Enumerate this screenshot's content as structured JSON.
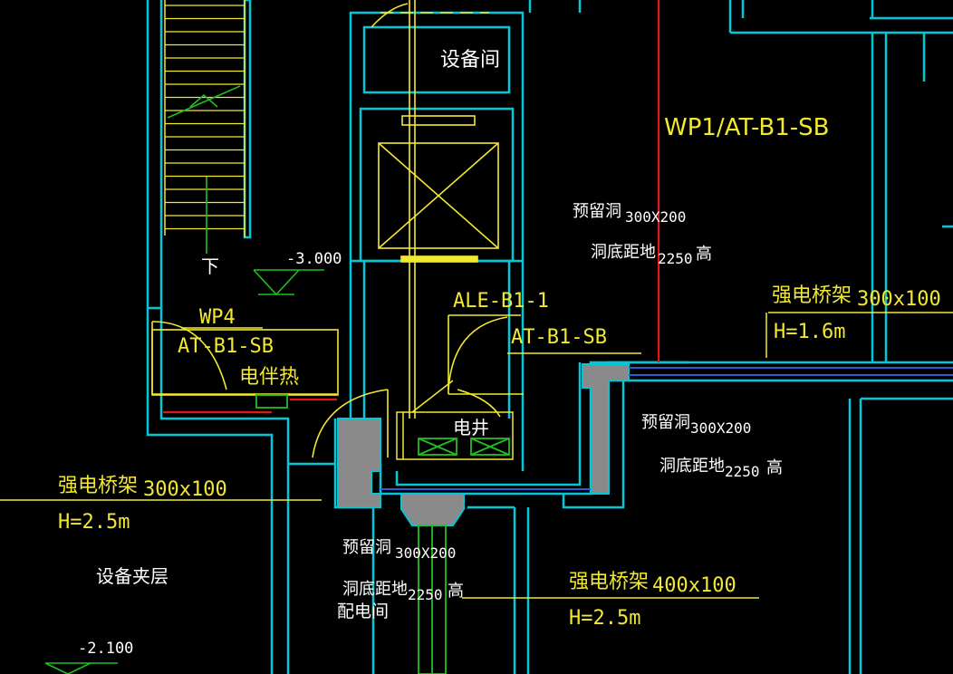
{
  "colors": {
    "background": "#000000",
    "wall": "#00c8d7",
    "annotation": "#f2e830",
    "text": "#ffffff",
    "cable_red": "#e01818",
    "cable_blue": "#2a5bd8",
    "equipment_green": "#20c020",
    "fill_gray": "#8a8a8a"
  },
  "rooms": {
    "equipment_room": "设备间",
    "power_shaft": "电井",
    "mezzanine": "设备夹层",
    "distribution_room": "配电间"
  },
  "stair": {
    "down_label": "下"
  },
  "levels": {
    "level_1": "-3.000",
    "level_2": "-2.100"
  },
  "panels": {
    "wp1": "WP1/AT-B1-SB",
    "ale": "ALE-B1-1",
    "at_sb": "AT-B1-SB",
    "wp4": "WP4",
    "at_sb_2": "AT-B1-SB",
    "heat_trace": "电伴热"
  },
  "openings": [
    {
      "label": "预留洞",
      "size": "300X200",
      "bottom": "洞底距地",
      "height": "2250",
      "unit": "高"
    },
    {
      "label": "预留洞",
      "size": "300X200",
      "bottom": "洞底距地",
      "height": "2250",
      "unit": "高"
    },
    {
      "label": "预留洞",
      "size": "300X200",
      "bottom": "洞底距地",
      "height": "2250",
      "unit": "高"
    }
  ],
  "trays": [
    {
      "name": "强电桥架",
      "size": "300x100",
      "height": "H=1.6m"
    },
    {
      "name": "强电桥架",
      "size": "300x100",
      "height": "H=2.5m"
    },
    {
      "name": "强电桥架",
      "size": "400x100",
      "height": "H=2.5m"
    }
  ]
}
